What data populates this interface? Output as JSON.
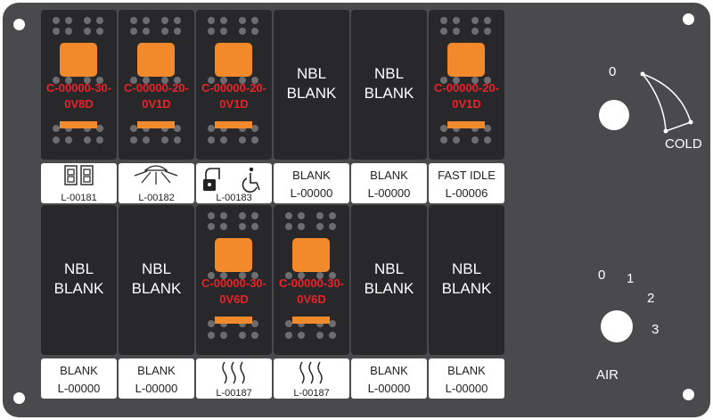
{
  "switches": [
    {
      "row": 0,
      "col": 0,
      "type": "rocker",
      "code_line1": "C-00000-30-",
      "code_line2": "0V8D",
      "label_code": "L-00181",
      "icon": "dual-switch-icon"
    },
    {
      "row": 0,
      "col": 1,
      "type": "rocker",
      "code_line1": "C-00000-20-",
      "code_line2": "0V1D",
      "label_code": "L-00182",
      "icon": "work-light-icon"
    },
    {
      "row": 0,
      "col": 2,
      "type": "rocker",
      "code_line1": "C-00000-20-",
      "code_line2": "0V1D",
      "label_code": "L-00183",
      "icon": "lock-wheelchair-icon"
    },
    {
      "row": 0,
      "col": 3,
      "type": "blank",
      "nbl_line1": "NBL",
      "nbl_line2": "BLANK",
      "label_title": "BLANK",
      "label_code": "L-00000"
    },
    {
      "row": 0,
      "col": 4,
      "type": "blank",
      "nbl_line1": "NBL",
      "nbl_line2": "BLANK",
      "label_title": "BLANK",
      "label_code": "L-00000"
    },
    {
      "row": 0,
      "col": 5,
      "type": "rocker",
      "code_line1": "C-00000-20-",
      "code_line2": "0V1D",
      "label_title": "FAST IDLE",
      "label_code": "L-00006"
    },
    {
      "row": 1,
      "col": 0,
      "type": "blank",
      "nbl_line1": "NBL",
      "nbl_line2": "BLANK",
      "label_title": "BLANK",
      "label_code": "L-00000"
    },
    {
      "row": 1,
      "col": 1,
      "type": "blank",
      "nbl_line1": "NBL",
      "nbl_line2": "BLANK",
      "label_title": "BLANK",
      "label_code": "L-00000"
    },
    {
      "row": 1,
      "col": 2,
      "type": "rocker",
      "code_line1": "C-00000-30-",
      "code_line2": "0V6D",
      "label_code": "L-00187",
      "icon": "heat-icon"
    },
    {
      "row": 1,
      "col": 3,
      "type": "rocker",
      "code_line1": "C-00000-30-",
      "code_line2": "0V6D",
      "label_code": "L-00187",
      "icon": "heat-icon"
    },
    {
      "row": 1,
      "col": 4,
      "type": "blank",
      "nbl_line1": "NBL",
      "nbl_line2": "BLANK",
      "label_title": "BLANK",
      "label_code": "L-00000"
    },
    {
      "row": 1,
      "col": 5,
      "type": "blank",
      "nbl_line1": "NBL",
      "nbl_line2": "BLANK",
      "label_title": "BLANK",
      "label_code": "L-00000"
    }
  ],
  "temp_dial": {
    "zero": "0",
    "label": "COLD"
  },
  "air_dial": {
    "marks": [
      "0",
      "1",
      "2",
      "3"
    ],
    "label": "AIR"
  },
  "colors": {
    "panel": "#4a4a4d",
    "switch": "#28282a",
    "led": "#f28a2c",
    "code_text": "#e8232a",
    "label_bg": "#ffffff"
  }
}
